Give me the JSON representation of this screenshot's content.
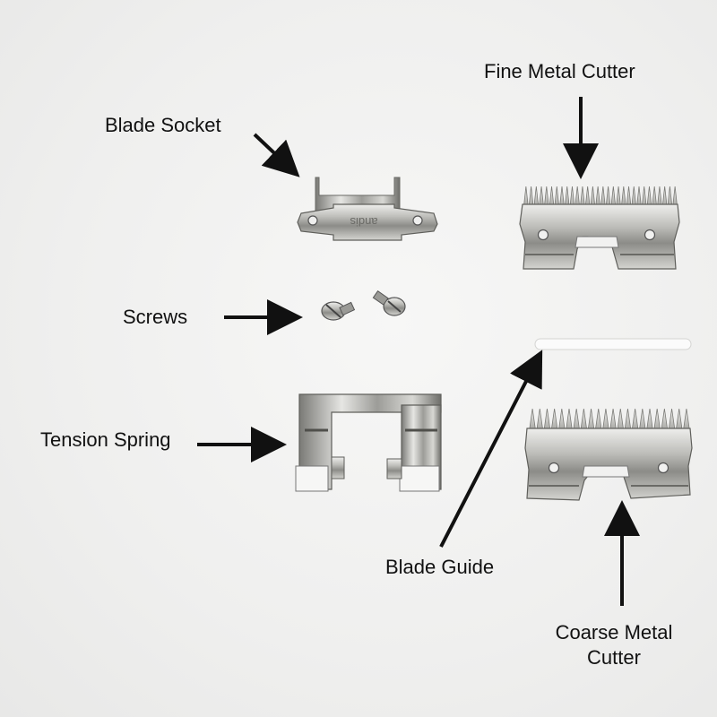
{
  "labels": {
    "fine_metal_cutter": "Fine Metal Cutter",
    "blade_socket": "Blade Socket",
    "screws": "Screws",
    "tension_spring": "Tension Spring",
    "blade_guide": "Blade Guide",
    "coarse_metal_cutter_line1": "Coarse Metal",
    "coarse_metal_cutter_line2": "Cutter"
  },
  "socket_stamp": "andis",
  "colors": {
    "background": "#f1f1f0",
    "metal_light": "#d9d9d6",
    "metal_mid": "#a9a9a5",
    "metal_dark": "#5f5f5b",
    "arrow": "#111111",
    "label_text": "#111111",
    "blade_guide": "#fbfbfb"
  }
}
